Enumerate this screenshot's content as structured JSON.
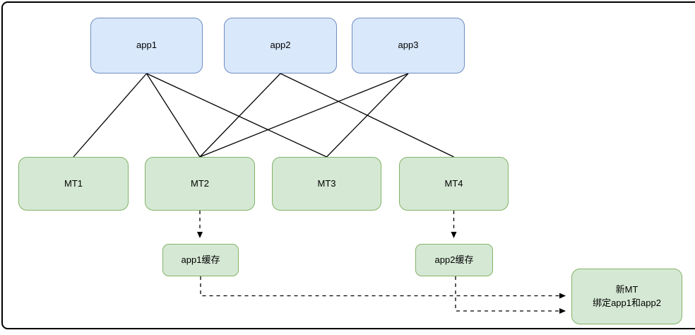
{
  "diagram": {
    "apps": [
      {
        "id": "app1",
        "label": "app1"
      },
      {
        "id": "app2",
        "label": "app2"
      },
      {
        "id": "app3",
        "label": "app3"
      }
    ],
    "mts": [
      {
        "id": "MT1",
        "label": "MT1"
      },
      {
        "id": "MT2",
        "label": "MT2"
      },
      {
        "id": "MT3",
        "label": "MT3"
      },
      {
        "id": "MT4",
        "label": "MT4"
      }
    ],
    "caches": [
      {
        "id": "app1-cache",
        "label": "app1缓存"
      },
      {
        "id": "app2-cache",
        "label": "app2缓存"
      }
    ],
    "new_mt": {
      "line1": "新MT",
      "line2": "绑定app1和app2"
    },
    "edges_solid": [
      {
        "from": "app1",
        "to": "MT1"
      },
      {
        "from": "app1",
        "to": "MT2"
      },
      {
        "from": "app1",
        "to": "MT3"
      },
      {
        "from": "app2",
        "to": "MT2"
      },
      {
        "from": "app2",
        "to": "MT4"
      },
      {
        "from": "app3",
        "to": "MT2"
      },
      {
        "from": "app3",
        "to": "MT3"
      }
    ],
    "edges_dashed": [
      {
        "from": "MT2",
        "to": "app1-cache"
      },
      {
        "from": "MT4",
        "to": "app2-cache"
      },
      {
        "from": "app1-cache",
        "to": "new-mt"
      },
      {
        "from": "app2-cache",
        "to": "new-mt"
      }
    ],
    "colors": {
      "app_fill": "#dae8fc",
      "app_border": "#6c8ebf",
      "mt_fill": "#d5e8d4",
      "mt_border": "#82b366",
      "edge": "#000000",
      "frame": "#000000"
    }
  }
}
